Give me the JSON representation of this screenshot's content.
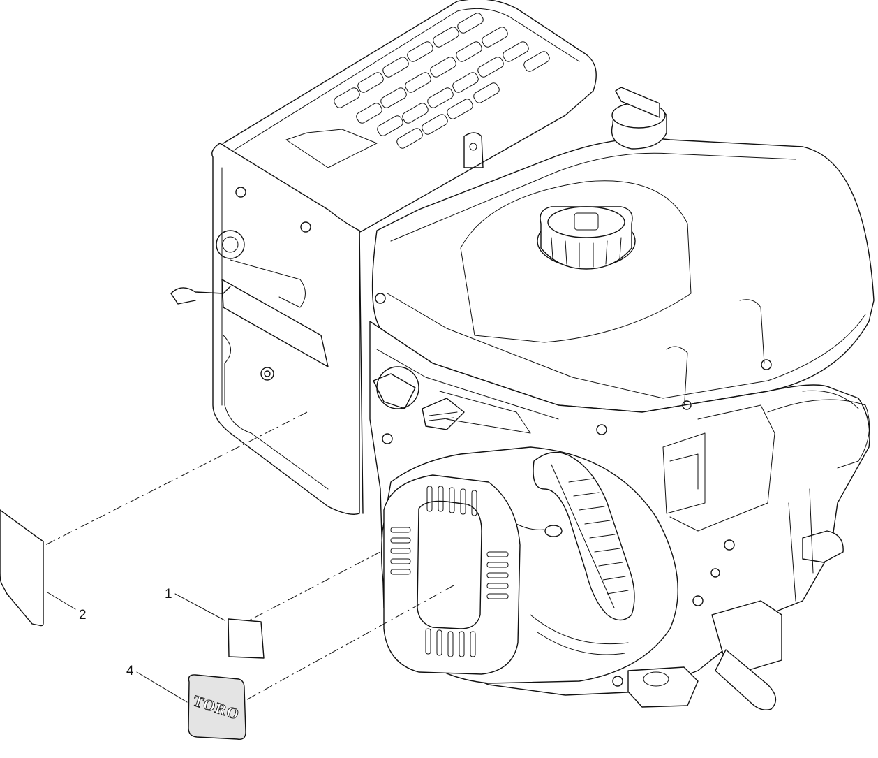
{
  "diagram": {
    "callouts": [
      {
        "id": "callout-1",
        "number": "1"
      },
      {
        "id": "callout-2",
        "number": "2"
      },
      {
        "id": "callout-4",
        "number": "4"
      }
    ],
    "decal_logo_text": "TORO",
    "colors": {
      "line": "#111111",
      "background": "#ffffff",
      "logo_fill": "#e4e4e4"
    },
    "icons": [
      "engine-icon",
      "decal-icon",
      "fuel-cap-icon",
      "oil-cap-icon",
      "recoil-starter-icon",
      "air-cleaner-icon"
    ]
  }
}
